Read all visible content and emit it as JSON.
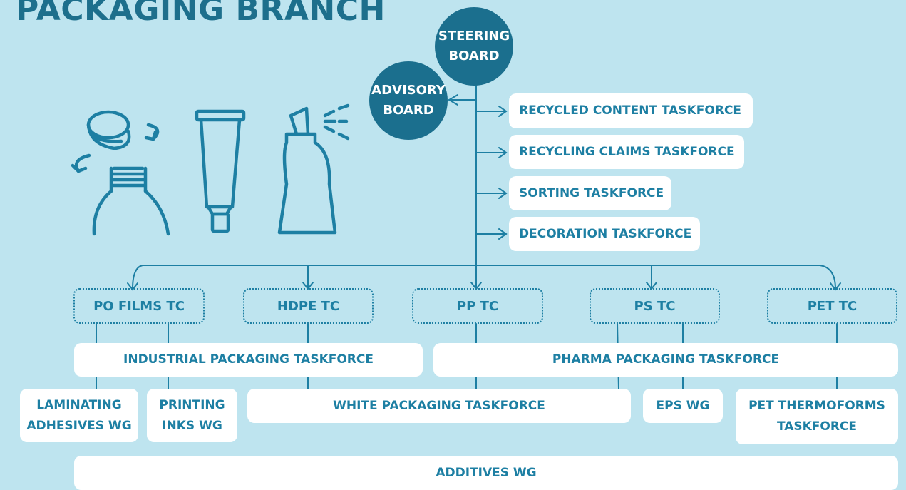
{
  "title": "PACKAGING BRANCH",
  "steering_board": "STEERING\nBOARD",
  "advisory_board": "ADVISORY\nBOARD",
  "taskforces": [
    "RECYCLED CONTENT TASKFORCE",
    "RECYCLING CLAIMS TASKFORCE",
    "SORTING TASKFORCE",
    "DECORATION TASKFORCE"
  ],
  "technical_committees": [
    "PO FILMS TC",
    "HDPE TC",
    "PP TC",
    "PS TC",
    "PET TC"
  ],
  "industrial_packaging": "INDUSTRIAL PACKAGING TASKFORCE",
  "pharma_packaging": "PHARMA PACKAGING TASKFORCE",
  "laminating_adhesives": "LAMINATING\nADHESIVES WG",
  "printing_inks": "PRINTING\nINKS WG",
  "white_packaging": "WHITE PACKAGING TASKFORCE",
  "eps_wg": "EPS WG",
  "pet_thermoforms": "PET THERMOFORMS\nTASKFORCE",
  "additives_wg": "ADDITIVES WG",
  "icons": [
    "screw-cap-bottle-icon",
    "tube-icon",
    "spray-bottle-icon"
  ],
  "colors": {
    "background": "#bee4ef",
    "primary": "#1b6f8e",
    "accent": "#1d7fa3",
    "box": "#ffffff"
  }
}
